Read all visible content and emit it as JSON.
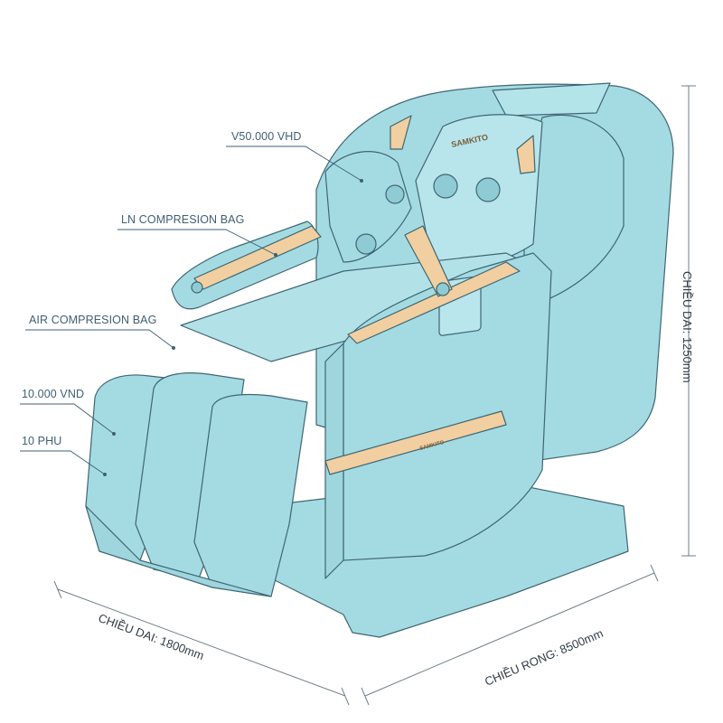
{
  "product": {
    "brand_logo_text": "SAMKITO",
    "panel_mark_text": "SAMKITO"
  },
  "callouts": [
    {
      "id": "v50",
      "label": "V50.000 VHD"
    },
    {
      "id": "ln-bag",
      "label": "LN COMPRESION BAG"
    },
    {
      "id": "air-bag",
      "label": "AIR COMPRESION BAG"
    },
    {
      "id": "vnd",
      "label": "10.000 VND"
    },
    {
      "id": "phu",
      "label": "10 PHU"
    }
  ],
  "dimensions": {
    "length": "CHIỀU DAI: 1800mm",
    "width": "CHIỀU RONG: 8500mm",
    "height": "CHIỀU DAI: 1250mm"
  },
  "colors": {
    "chair_fill": "#a4dbe2",
    "chair_stroke": "#3e6673",
    "accent_wood": "#f1cfa0",
    "callout_line": "#3f5f74",
    "dimension_line": "#6e7d85"
  }
}
